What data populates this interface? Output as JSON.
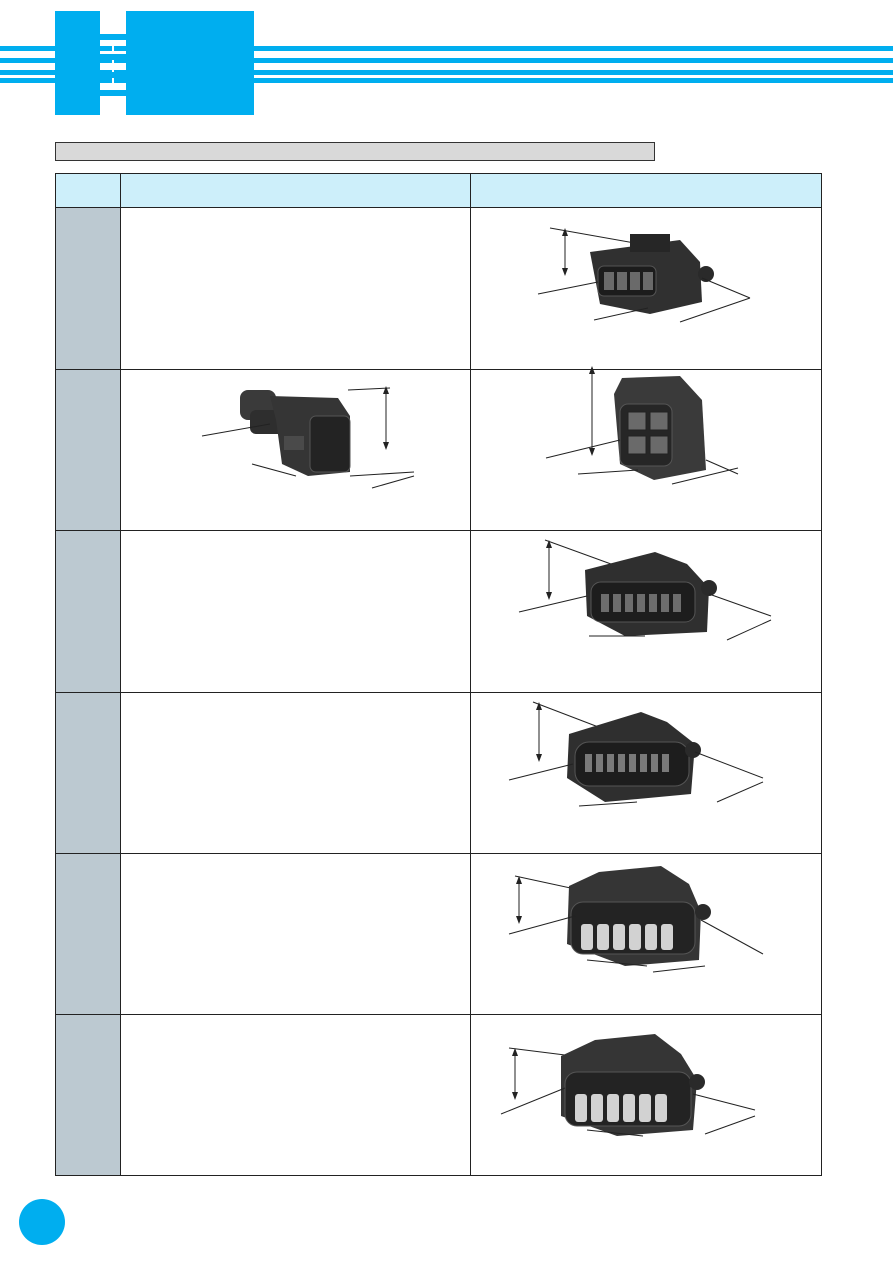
{
  "colors": {
    "brand_blue": "#00aeef",
    "header_fill": "#cdeffa",
    "side_column_fill": "#bcc9d1",
    "section_bar_fill": "#d9d9d9",
    "connector_body": "#2f2f2f",
    "terminal_insert": "#cfcfcf"
  },
  "icons": [
    "logo-mark",
    "page-number-dot"
  ],
  "table": {
    "columns": 3,
    "rows": [
      {
        "left_photo": false,
        "right_photo": "connector-4pin-housing"
      },
      {
        "left_photo": "connector-2pin-plug",
        "right_photo": "connector-2x2-receptacle"
      },
      {
        "left_photo": false,
        "right_photo": "connector-multipin-housing"
      },
      {
        "left_photo": false,
        "right_photo": "connector-multipin-housing"
      },
      {
        "left_photo": false,
        "right_photo": "connector-multipin-white-terminals"
      },
      {
        "left_photo": false,
        "right_photo": "connector-multipin-white-terminals"
      }
    ]
  }
}
